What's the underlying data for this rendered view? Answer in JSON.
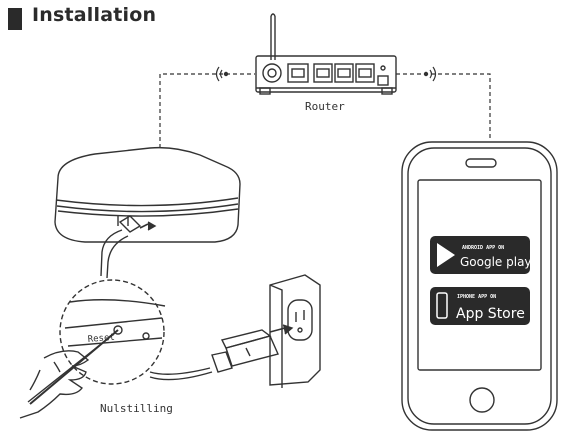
{
  "header": {
    "title": "Installation"
  },
  "labels": {
    "router": "Router",
    "reset": "Reset",
    "reset_caption": "Nulstilling"
  },
  "badges": {
    "google": {
      "small": "ANDROID APP ON",
      "big": "Google play",
      "icon": "play-triangle-icon"
    },
    "apple": {
      "small": "IPHONE APP ON",
      "big": "App Store",
      "icon": "phone-icon"
    }
  },
  "colors": {
    "line": "#333333",
    "badge": "#2a2a2a",
    "badge_text": "#ffffff"
  }
}
